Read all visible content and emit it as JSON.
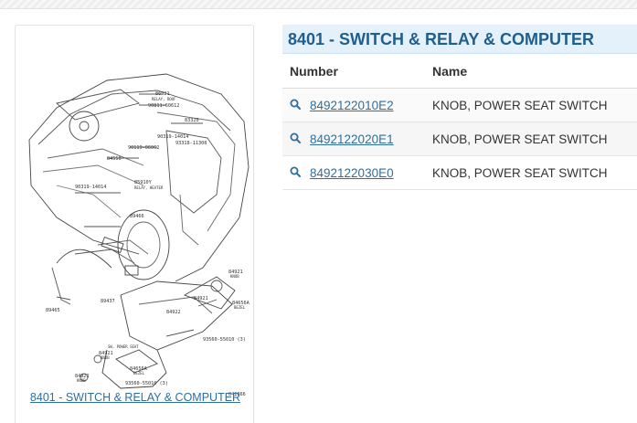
{
  "diagram": {
    "caption": "8401 - SWITCH & RELAY & COMPUTER",
    "labels": [
      "86921",
      "RELAY, ROOF",
      "90811-60612",
      "83320",
      "90119-06062",
      "84550",
      "90319-14014",
      "93318-11308",
      "85910Y",
      "RELAY, HEATER",
      "90319-14014",
      "89466",
      "89465",
      "89437",
      "84921",
      "KNOB",
      "84921",
      "84922",
      "84656A",
      "BEZEL",
      "SW, POWER SEAT",
      "84921",
      "KNOB",
      "84656A",
      "BEZEL",
      "84921",
      "KNOB",
      "93560-55010 (3)",
      "93560-55010 (3)",
      "842866"
    ]
  },
  "section": {
    "title": "8401 - SWITCH & RELAY & COMPUTER"
  },
  "table": {
    "headers": {
      "number": "Number",
      "name": "Name"
    },
    "rows": [
      {
        "number": "8492122010E2",
        "name": "KNOB, POWER SEAT SWITCH"
      },
      {
        "number": "8492122020E1",
        "name": "KNOB, POWER SEAT SWITCH"
      },
      {
        "number": "8492122030E0",
        "name": "KNOB, POWER SEAT SWITCH"
      }
    ]
  },
  "icons": {
    "row_action": "search-icon"
  },
  "colors": {
    "link": "#2e6f9e",
    "title_bg": "#e5f1fa",
    "title_text": "#1f5f8d"
  }
}
